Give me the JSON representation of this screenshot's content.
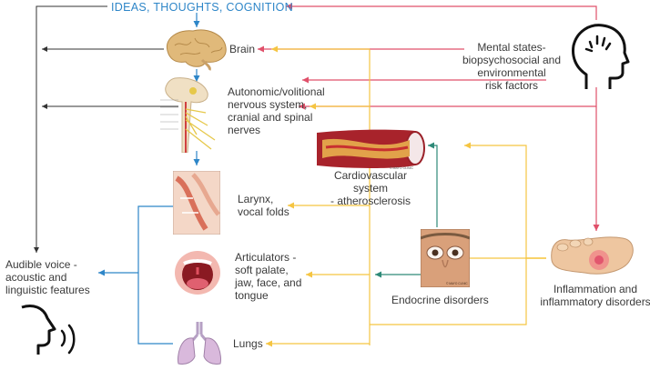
{
  "title": "IDEAS, THOUGHTS, COGNITION",
  "nodes": {
    "brain": "Brain",
    "nerves": [
      "Autonomic/volitional",
      "nervous system,",
      "cranial and spinal",
      "nerves"
    ],
    "cardio": [
      "Cardiovascular system",
      "- atherosclerosis"
    ],
    "larynx": [
      "Larynx,",
      "vocal folds"
    ],
    "articulators": [
      "Articulators -",
      "soft palate,",
      "jaw, face, and",
      "tongue"
    ],
    "lungs": "Lungs",
    "mental": [
      "Mental states-",
      "biopsychosocial and",
      "environmental",
      "risk factors"
    ],
    "endocrine": "Endocrine disorders",
    "inflammation": [
      "Inflammation and",
      "inflammatory disorders"
    ],
    "voice": [
      "Audible voice -",
      "acoustic and",
      "linguistic features"
    ]
  },
  "image_credits": {
    "cardio": "© MAYO CLINIC",
    "endocrine": "© MAYO CLINIC"
  },
  "colors": {
    "blue": "#2e86c8",
    "red": "#e0506a",
    "yellow": "#f5c542",
    "teal": "#2e8a78",
    "black": "#333333"
  },
  "icons": [
    "brain-image",
    "nervous-system-image",
    "artery-image",
    "larynx-image",
    "mouth-image",
    "lungs-image",
    "eyes-image",
    "foot-image",
    "thinking-head-icon",
    "speaking-head-icon"
  ]
}
